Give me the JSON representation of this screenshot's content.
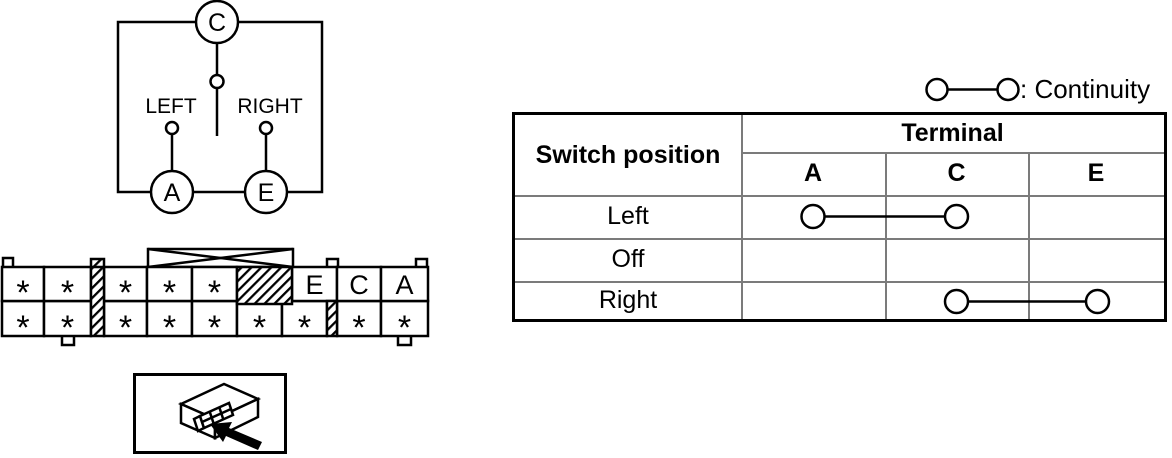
{
  "figure": {
    "legend": {
      "label": ": Continuity"
    },
    "switch_diagram": {
      "top_terminal": "C",
      "positions": {
        "left": "LEFT",
        "right": "RIGHT"
      },
      "bottom_terminals": {
        "left": "A",
        "right": "E"
      }
    },
    "connector": {
      "top_row": [
        "*",
        "*",
        "",
        "*",
        "*",
        "*",
        "",
        "E",
        "C",
        "A"
      ],
      "bottom_row": [
        "*",
        "*",
        "",
        "*",
        "*",
        "*",
        "*",
        "*",
        "",
        "*",
        "*"
      ]
    },
    "table": {
      "row_header": "Switch position",
      "col_group_header": "Terminal",
      "terminals": [
        "A",
        "C",
        "E"
      ],
      "rows": [
        {
          "position": "Left",
          "continuity": [
            "A",
            "C"
          ]
        },
        {
          "position": "Off",
          "continuity": []
        },
        {
          "position": "Right",
          "continuity": [
            "C",
            "E"
          ]
        }
      ]
    }
  },
  "colors": {
    "ink": "#000000",
    "table_grid": "#7b7b7b",
    "background": "#ffffff"
  }
}
